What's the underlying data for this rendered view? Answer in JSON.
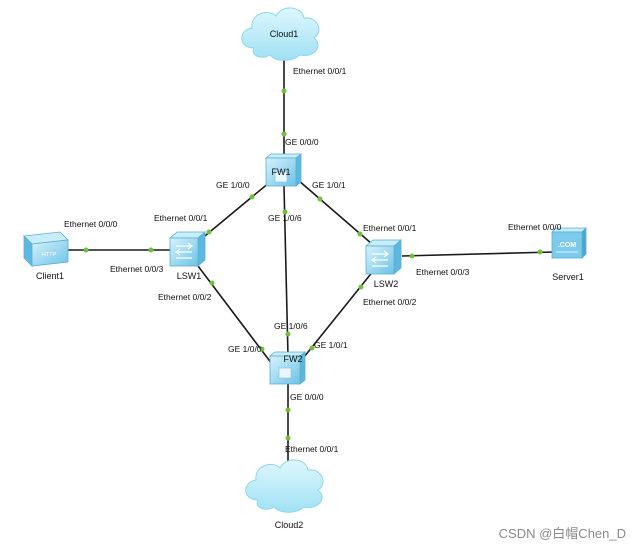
{
  "devices": {
    "cloud1": "Cloud1",
    "cloud2": "Cloud2",
    "fw1": "FW1",
    "fw2": "FW2",
    "lsw1": "LSW1",
    "lsw2": "LSW2",
    "client1": "Client1",
    "server1": "Server1"
  },
  "device_glyphs": {
    "client_screen": "HTTP",
    "server_screen": ".COM"
  },
  "ports": {
    "cloud1_eth001": "Ethernet 0/0/1",
    "fw1_ge000": "GE 0/0/0",
    "fw1_ge100": "GE 1/0/0",
    "fw1_ge101": "GE 1/0/1",
    "fw1_ge106": "GE 1/0/6",
    "lsw1_eth001": "Ethernet 0/0/1",
    "lsw1_eth002": "Ethernet 0/0/2",
    "lsw1_eth003": "Ethernet 0/0/3",
    "client1_eth000": "Ethernet 0/0/0",
    "lsw2_eth001": "Ethernet 0/0/1",
    "lsw2_eth002": "Ethernet 0/0/2",
    "lsw2_eth003": "Ethernet 0/0/3",
    "server1_eth000": "Ethernet 0/0/0",
    "fw2_ge106": "GE 1/0/6",
    "fw2_ge100": "GE 1/0/0",
    "fw2_ge101": "GE 1/0/1",
    "fw2_ge000": "GE 0/0/0",
    "cloud2_eth001": "Ethernet 0/0/1"
  },
  "watermark": "CSDN @白帽Chen_D",
  "colors": {
    "cloud_fill": "#b8ecfa",
    "device_fill": "#9fd9f2",
    "link": "#1a1a1a",
    "port_dot": "#6fc03c"
  }
}
